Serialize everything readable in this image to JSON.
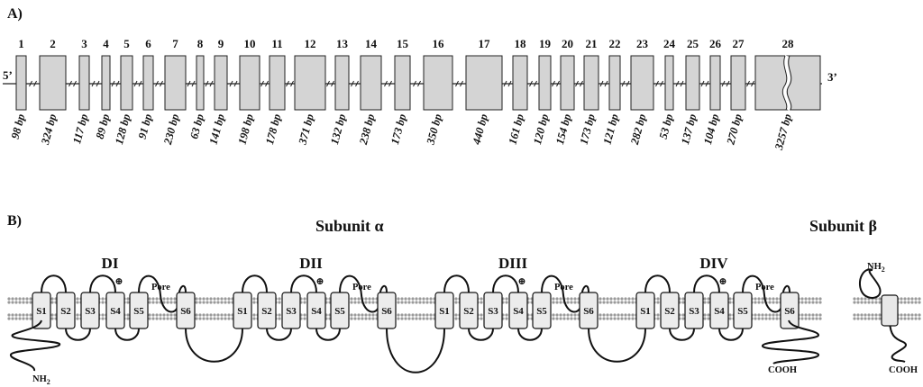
{
  "panel_a": {
    "label": "A)",
    "five_prime": "5’",
    "three_prime": "3’",
    "exons": [
      {
        "num": "1",
        "bp": "98 bp"
      },
      {
        "num": "2",
        "bp": "324 bp"
      },
      {
        "num": "3",
        "bp": "117 bp"
      },
      {
        "num": "4",
        "bp": "89 bp"
      },
      {
        "num": "5",
        "bp": "128 bp"
      },
      {
        "num": "6",
        "bp": "91 bp"
      },
      {
        "num": "7",
        "bp": "230 bp"
      },
      {
        "num": "8",
        "bp": "63 bp"
      },
      {
        "num": "9",
        "bp": "141 bp"
      },
      {
        "num": "10",
        "bp": "198 bp"
      },
      {
        "num": "11",
        "bp": "178 bp"
      },
      {
        "num": "12",
        "bp": "371 bp"
      },
      {
        "num": "13",
        "bp": "132 bp"
      },
      {
        "num": "14",
        "bp": "238 bp"
      },
      {
        "num": "15",
        "bp": "173 bp"
      },
      {
        "num": "16",
        "bp": "350 bp"
      },
      {
        "num": "17",
        "bp": "440 bp"
      },
      {
        "num": "18",
        "bp": "161 bp"
      },
      {
        "num": "19",
        "bp": "120 bp"
      },
      {
        "num": "20",
        "bp": "154 bp"
      },
      {
        "num": "21",
        "bp": "173 bp"
      },
      {
        "num": "22",
        "bp": "121 bp"
      },
      {
        "num": "23",
        "bp": "282 bp"
      },
      {
        "num": "24",
        "bp": "53 bp"
      },
      {
        "num": "25",
        "bp": "137 bp"
      },
      {
        "num": "26",
        "bp": "104 bp"
      },
      {
        "num": "27",
        "bp": "270 bp"
      },
      {
        "num": "28",
        "bp": "3257 bp"
      }
    ]
  },
  "panel_b": {
    "label": "B)",
    "subunit_alpha": "Subunit α",
    "subunit_beta": "Subunit β",
    "domains": [
      "DI",
      "DII",
      "DIII",
      "DIV"
    ],
    "segments": [
      "S1",
      "S2",
      "S3",
      "S4",
      "S5",
      "S6"
    ],
    "pore_label": "Pore",
    "charge_symbol": "⊕",
    "nh2": "NH",
    "nh2_sub": "2",
    "cooh": "COOH",
    "beta_nh2": "NH",
    "beta_nh2_sub": "2",
    "beta_cooh": "COOH"
  }
}
